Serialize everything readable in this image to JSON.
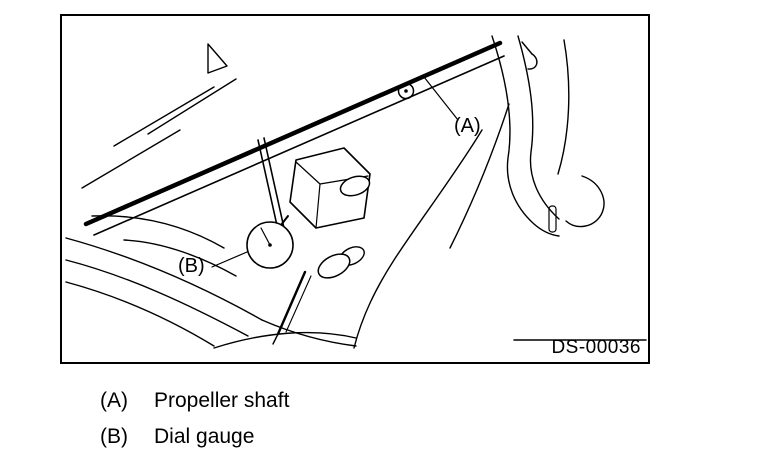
{
  "figure": {
    "code": "DS-00036",
    "callout_a": "(A)",
    "callout_b": "(B)"
  },
  "legend": {
    "items": [
      {
        "key": "(A)",
        "label": "Propeller shaft"
      },
      {
        "key": "(B)",
        "label": "Dial gauge"
      }
    ]
  }
}
